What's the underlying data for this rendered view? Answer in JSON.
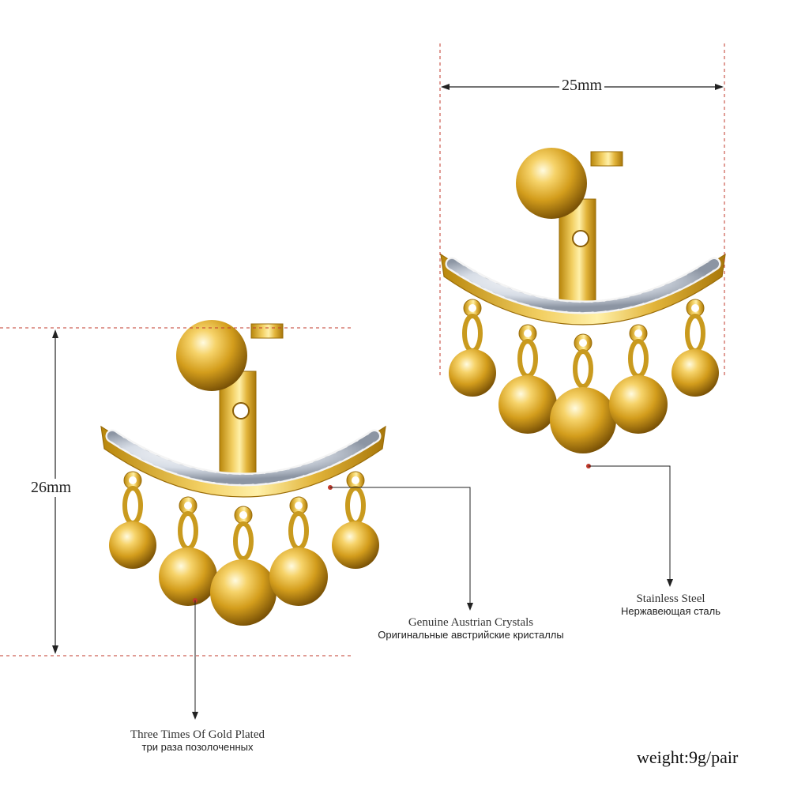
{
  "dimensions": {
    "width_label": "25mm",
    "height_label": "26mm"
  },
  "annotations": {
    "crystals": {
      "en": "Genuine Austrian Crystals",
      "ru": "Оригинальные австрийские кристаллы"
    },
    "steel": {
      "en": "Stainless Steel",
      "ru": "Нержавеющая сталь"
    },
    "plating": {
      "en": "Three Times Of Gold Plated",
      "ru": "три раза позолоченных"
    }
  },
  "weight": "weight:9g/pair",
  "colors": {
    "gold": "#d9a520",
    "gold_light": "#fff3b0",
    "gold_dark": "#8a5e08",
    "guide_line": "#c0392b",
    "crystal": "#e8ecf2"
  }
}
